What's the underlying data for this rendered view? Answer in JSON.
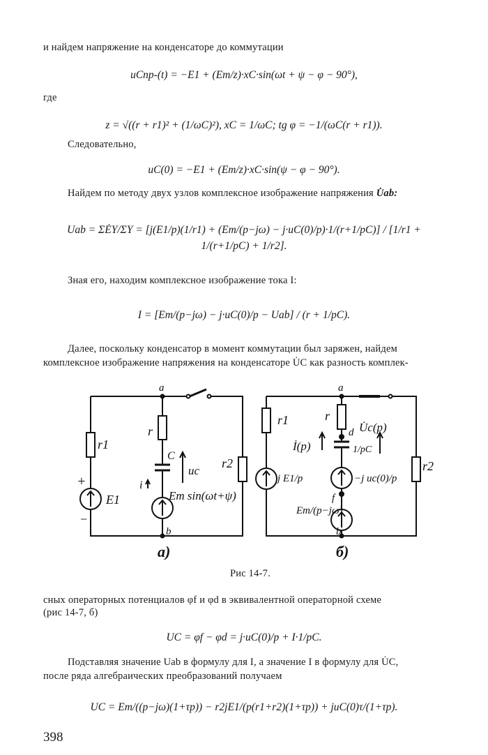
{
  "paragraphs": {
    "p1": "и найдем напряжение на конденсаторе до коммутации",
    "where": "где",
    "therefore": "Следовательно,",
    "p2": "Найдем по методу двух узлов комплексное изображение напряжения",
    "p2_sym": "U̇ab:",
    "p3": "Зная его, находим комплексное изображение тока I:",
    "p4_line1": "Далее, поскольку конденсатор в момент коммутации был заряжен, найдем",
    "p4_line2": "комплексное изображение напряжения на конденсаторе U̇C как разность комплек-",
    "p5_line1": "сных операторных потенциалов φf и φd в эквивалентной операторной схеме",
    "p5_line2": "(рис 14-7, б)",
    "p6_line1": "Подставляя значение Uab в формулу для I, а значение I в формулу для U̇C,",
    "p6_line2": "после ряда алгебраических преобразований получаем"
  },
  "equations": {
    "eq1": "uCпр-(t) = −E1 + (Em/z)·xC·sin(ωt + ψ − φ − 90°),",
    "eq2": "z = √((r + r1)² + (1/ωC)²),  xC = 1/ωC;  tg φ = −1/(ωC(r + r1)).",
    "eq3": "uC(0) = −E1 + (Em/z)·xC·sin(ψ − φ − 90°).",
    "eq4": "Uab = ΣĖY/ΣY = [j(E1/p)(1/r1) + (Em/(p−jω) − j·uC(0)/p)·1/(r+1/pC)] / [1/r1 + 1/(r+1/pC) + 1/r2].",
    "eq5": "I = [Em/(p−jω) − j·uC(0)/p − Uab] / (r + 1/pC).",
    "eq6": "UC = φf − φd = j·uC(0)/p + I·1/pC.",
    "eq7": "UC = Em/((p−jω)(1+τp)) − r2jE1/(p(r1+r2)(1+τp)) + juC(0)τ/(1+τp)."
  },
  "figure": {
    "caption": "Рис 14-7.",
    "a_label": "а)",
    "b_label": "б)",
    "a": {
      "node_a": "a",
      "node_b": "b",
      "r": "r",
      "r1": "r1",
      "r2": "r2",
      "C": "C",
      "uc": "uc",
      "i": "i",
      "E1": "E1",
      "plus": "+",
      "minus": "−",
      "source": "Em sin(ωt+ψ)"
    },
    "b": {
      "node_a": "a",
      "node_b": "b",
      "node_d": "d",
      "node_f": "f",
      "r": "r",
      "r1": "r1",
      "r2": "r2",
      "Ip": "İ(p)",
      "Ucp": "U̇c(p)",
      "one_pC": "1/pC",
      "jE1p": "j E1/p",
      "juc": "−j uc(0)/p",
      "Em_src": "Em/(p−jω)"
    }
  },
  "page_number": "398"
}
